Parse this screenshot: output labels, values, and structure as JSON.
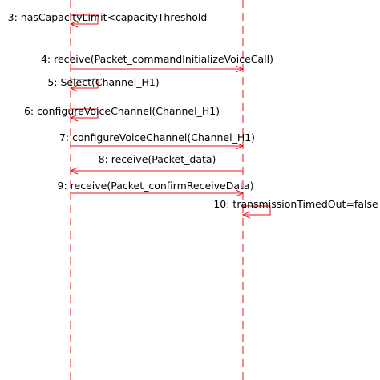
{
  "diagram": {
    "type": "sequence",
    "colors": {
      "line": "#e0161b",
      "text": "#000000",
      "background": "#ffffff"
    },
    "lifelines": [
      {
        "id": "left"
      },
      {
        "id": "right"
      }
    ],
    "messages": [
      {
        "label": "3: hasCapacityLimit<capacityThreshold",
        "from": "left",
        "to": "left",
        "kind": "self"
      },
      {
        "label": "4: receive(Packet_commandInitializeVoiceCall)",
        "from": "left",
        "to": "right",
        "kind": "call"
      },
      {
        "label": "5: Select(Channel_H1)",
        "from": "left",
        "to": "left",
        "kind": "self"
      },
      {
        "label": "6: configureVoiceChannel(Channel_H1)",
        "from": "left",
        "to": "left",
        "kind": "self"
      },
      {
        "label": "7: configureVoiceChannel(Channel_H1)",
        "from": "left",
        "to": "right",
        "kind": "call"
      },
      {
        "label": "8: receive(Packet_data)",
        "from": "right",
        "to": "left",
        "kind": "call"
      },
      {
        "label": "9: receive(Packet_confirmReceiveData)",
        "from": "left",
        "to": "right",
        "kind": "call"
      },
      {
        "label": "10: transmissionTimedOut=false",
        "from": "right",
        "to": "right",
        "kind": "self"
      }
    ]
  }
}
